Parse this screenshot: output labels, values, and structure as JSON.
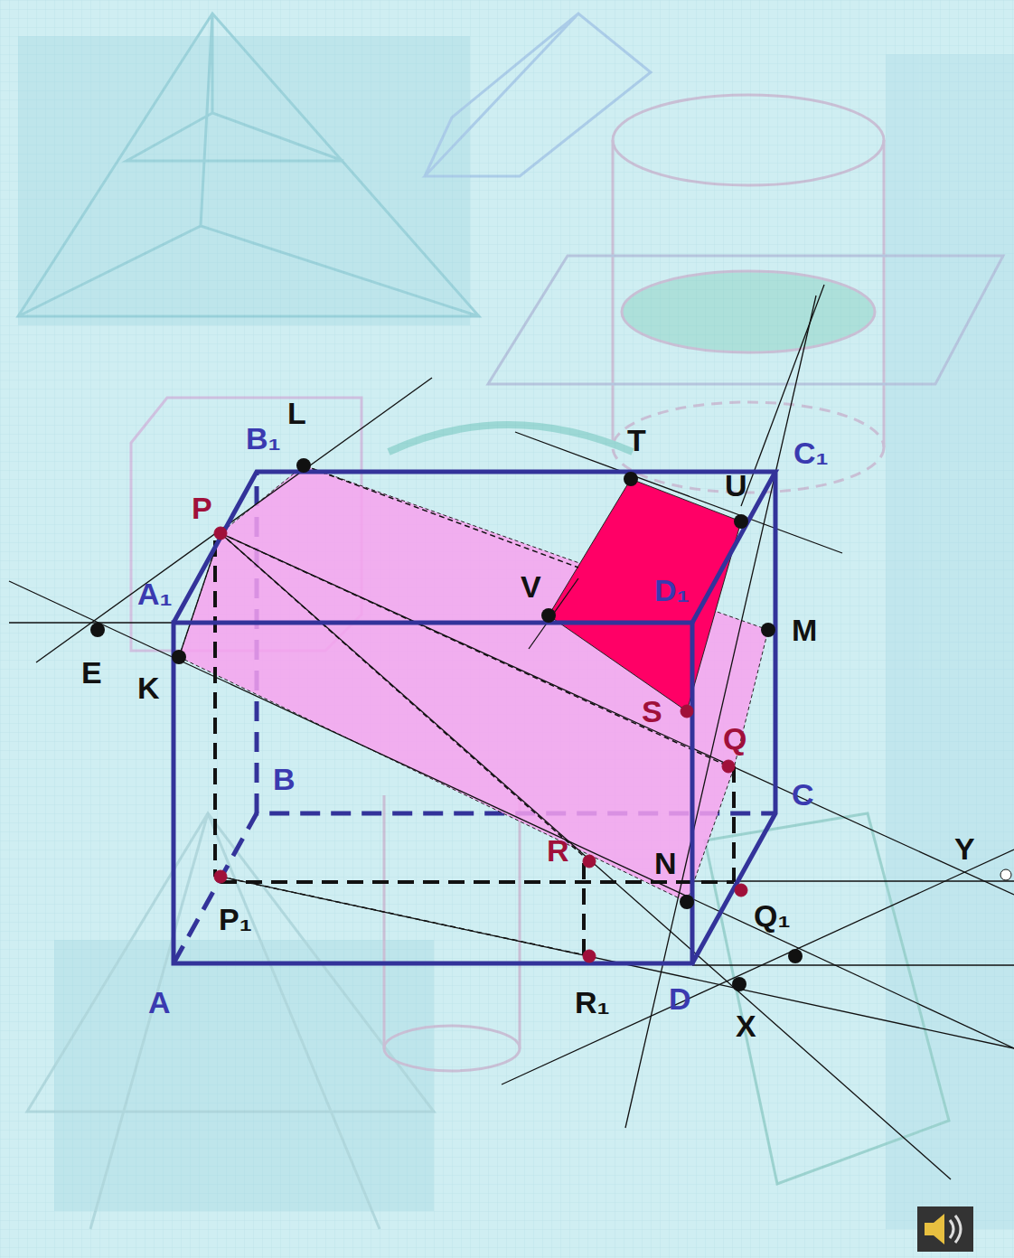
{
  "diagram": {
    "labels": [
      "L",
      "B₁",
      "T",
      "C₁",
      "P",
      "U",
      "A₁",
      "V",
      "D₁",
      "M",
      "E",
      "K",
      "S",
      "Q",
      "B",
      "C",
      "Y",
      "R",
      "N",
      "P₁",
      "Q₁",
      "A",
      "R₁",
      "D",
      "X"
    ]
  }
}
